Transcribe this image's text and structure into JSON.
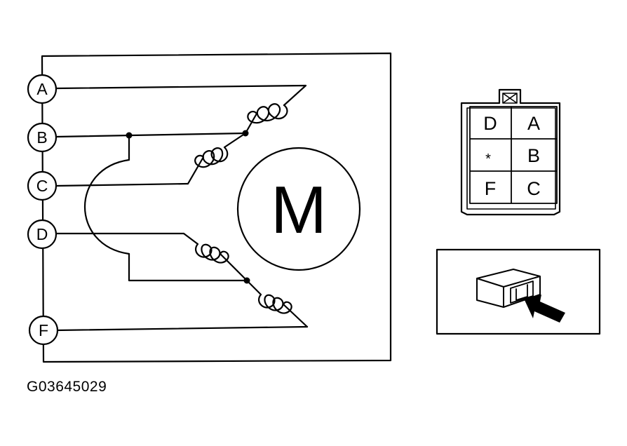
{
  "motor": {
    "label": "M"
  },
  "terminals": [
    "A",
    "B",
    "C",
    "D",
    "F"
  ],
  "connector": {
    "cells": [
      [
        "D",
        "A"
      ],
      [
        "*",
        "B"
      ],
      [
        "F",
        "C"
      ]
    ]
  },
  "figure_id": "G03645029"
}
